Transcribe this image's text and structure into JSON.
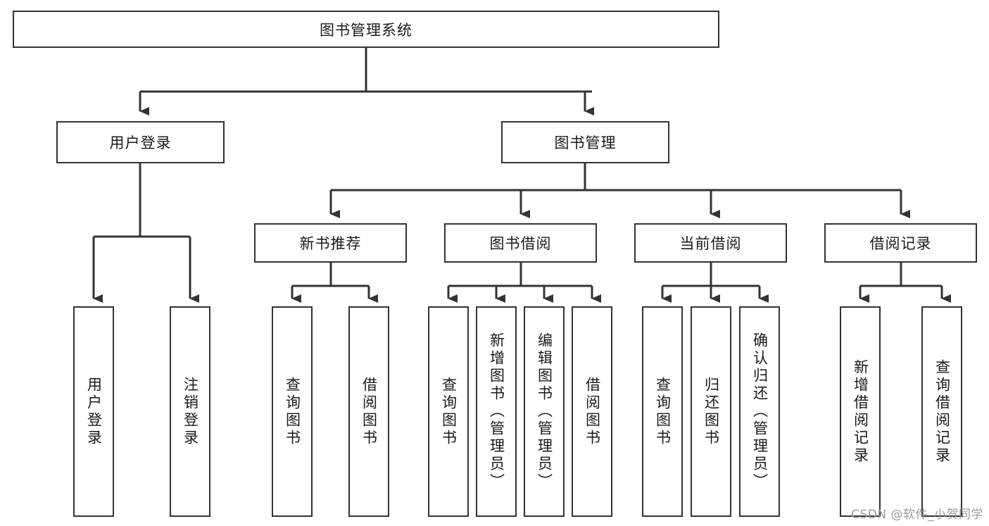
{
  "diagram": {
    "type": "tree",
    "title": "图书管理系统",
    "watermark": "CSDN @软件_小贺同学",
    "colors": {
      "stroke": "#333333",
      "fill": "#ffffff",
      "text": "#1a1a1a",
      "watermark": "#9a9a9a"
    },
    "root": {
      "label": "图书管理系统"
    },
    "level2": [
      {
        "label": "用户登录"
      },
      {
        "label": "图书管理"
      }
    ],
    "level3": [
      {
        "label": "新书推荐"
      },
      {
        "label": "图书借阅"
      },
      {
        "label": "当前借阅"
      },
      {
        "label": "借阅记录"
      }
    ],
    "leaves": {
      "user_login": [
        {
          "label": "用户登录"
        },
        {
          "label": "注销登录"
        }
      ],
      "new_book_recommend": [
        {
          "label": "查询图书"
        },
        {
          "label": "借阅图书"
        }
      ],
      "book_borrow": [
        {
          "label": "查询图书"
        },
        {
          "label": "新增图书（管理员）"
        },
        {
          "label": "编辑图书（管理员）"
        },
        {
          "label": "借阅图书"
        }
      ],
      "current_borrow": [
        {
          "label": "查询图书"
        },
        {
          "label": "归还图书"
        },
        {
          "label": "确认归还（管理员）"
        }
      ],
      "borrow_record": [
        {
          "label": "新增借阅记录"
        },
        {
          "label": "查询借阅记录"
        }
      ]
    }
  }
}
